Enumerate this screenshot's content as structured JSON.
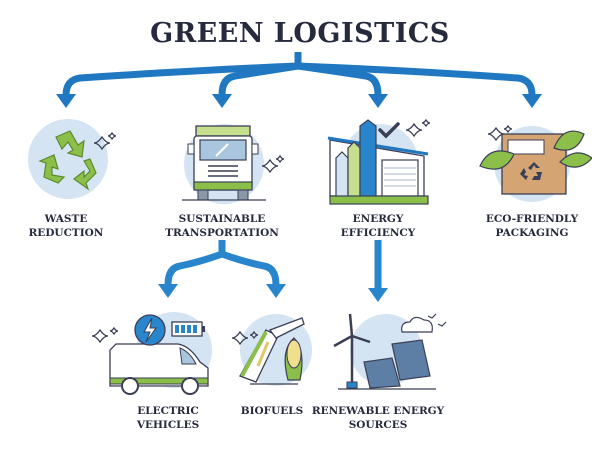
{
  "title": "GREEN LOGISTICS",
  "colors": {
    "arrow": "#1f78c1",
    "arrow_light": "#3aa0dc",
    "text": "#262a3d",
    "circle_bg": "#d4e4f2",
    "green": "#8cbf4a",
    "green_light": "#c5df8f",
    "outline": "#3a3f55"
  },
  "nodes": [
    {
      "id": "waste-reduction",
      "lines": [
        "WASTE",
        "REDUCTION"
      ],
      "icon": "recycle-icon",
      "level": 1
    },
    {
      "id": "sustainable-transportation",
      "lines": [
        "SUSTAINABLE",
        "TRANSPORTATION"
      ],
      "icon": "truck-icon",
      "level": 1
    },
    {
      "id": "energy-efficiency",
      "lines": [
        "ENERGY",
        "EFFICIENCY"
      ],
      "icon": "building-icon",
      "level": 1
    },
    {
      "id": "eco-friendly-packaging",
      "lines": [
        "ECO-FRIENDLY",
        "PACKAGING"
      ],
      "icon": "package-icon",
      "level": 1
    },
    {
      "id": "electric-vehicles",
      "lines": [
        "ELECTRIC",
        "VEHICLES"
      ],
      "icon": "electric-van-icon",
      "level": 2,
      "parent": "sustainable-transportation"
    },
    {
      "id": "biofuels",
      "lines": [
        "BIOFUELS"
      ],
      "icon": "fuel-pump-icon",
      "level": 2,
      "parent": "sustainable-transportation"
    },
    {
      "id": "renewable-energy-sources",
      "lines": [
        "RENEWABLE ENERGY",
        "SOURCES"
      ],
      "icon": "wind-solar-icon",
      "level": 2,
      "parent": "energy-efficiency"
    }
  ]
}
